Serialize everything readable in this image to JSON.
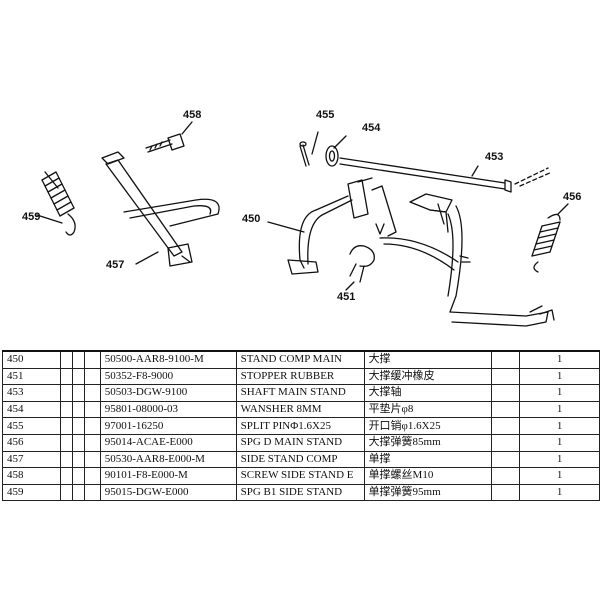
{
  "diagram": {
    "callouts": [
      {
        "id": "c458",
        "label": "458"
      },
      {
        "id": "c455",
        "label": "455"
      },
      {
        "id": "c454",
        "label": "454"
      },
      {
        "id": "c453",
        "label": "453"
      },
      {
        "id": "c456",
        "label": "456"
      },
      {
        "id": "c459",
        "label": "459"
      },
      {
        "id": "c450",
        "label": "450"
      },
      {
        "id": "c457",
        "label": "457"
      },
      {
        "id": "c451",
        "label": "451"
      }
    ]
  },
  "parts_table": {
    "rows": [
      {
        "ref": "450",
        "part_no": "50500-AAR8-9100-M",
        "name_en": "STAND COMP MAIN",
        "name_cn": "大撑",
        "qty": "1"
      },
      {
        "ref": "451",
        "part_no": "50352-F8-9000",
        "name_en": "STOPPER RUBBER",
        "name_cn": "大撑缓冲橡皮",
        "qty": "1"
      },
      {
        "ref": "453",
        "part_no": "50503-DGW-9100",
        "name_en": "SHAFT MAIN STAND",
        "name_cn": "大撑轴",
        "qty": "1"
      },
      {
        "ref": "454",
        "part_no": "95801-08000-03",
        "name_en": "WANSHER 8MM",
        "name_cn": "平垫片φ8",
        "qty": "1"
      },
      {
        "ref": "455",
        "part_no": "97001-16250",
        "name_en": "SPLIT PINΦ1.6X25",
        "name_cn": "开口销φ1.6X25",
        "qty": "1"
      },
      {
        "ref": "456",
        "part_no": "95014-ACAE-E000",
        "name_en": "SPG D MAIN STAND",
        "name_cn": "大撑弹簧85mm",
        "qty": "1"
      },
      {
        "ref": "457",
        "part_no": "50530-AAR8-E000-M",
        "name_en": "SIDE STAND COMP",
        "name_cn": "单撑",
        "qty": "1"
      },
      {
        "ref": "458",
        "part_no": "90101-F8-E000-M",
        "name_en": "SCREW SIDE STAND E",
        "name_cn": "单撑螺丝M10",
        "qty": "1"
      },
      {
        "ref": "459",
        "part_no": "95015-DGW-E000",
        "name_en": "SPG B1 SIDE STAND",
        "name_cn": "单撑弹簧95mm",
        "qty": "1"
      }
    ]
  }
}
